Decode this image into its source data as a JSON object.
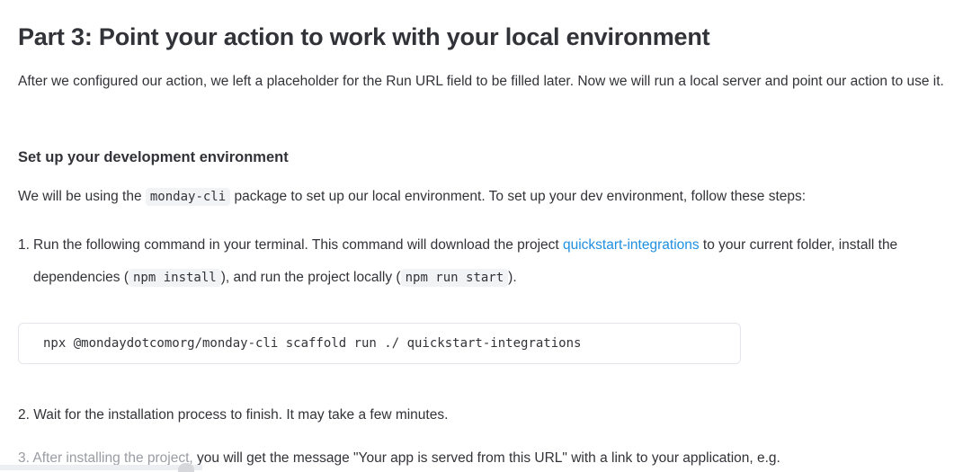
{
  "heading": "Part 3: Point your action to work with your local environment",
  "intro": "After we configured our action, we left a placeholder for the Run URL field to be filled later. Now we will run a local server and point our action to use it.",
  "subheading": "Set up your development environment",
  "steps_intro": {
    "before": "We will be using the ",
    "code": "monday-cli",
    "after": " package to set up our local environment. To set up your dev environment, follow these steps:"
  },
  "step1": {
    "number": "1.",
    "text_a": "Run the following command in your terminal. This command will download the project ",
    "link": "quickstart-integrations",
    "text_b": " to your current folder, install the dependencies (",
    "code_a": "npm install",
    "text_c": "), and run the project locally (",
    "code_b": "npm run start",
    "text_d": ")."
  },
  "command": "npx @mondaydotcomorg/monday-cli scaffold run ./ quickstart-integrations",
  "step2": "2. Wait for the installation process to finish. It may take a few minutes.",
  "step3": {
    "obscured": "3. After installing the project,",
    "text": " you will get the message \"Your app is served from this URL\" with a link to your application, e.g."
  },
  "colors": {
    "text": "#323338",
    "link": "#1f8fe0",
    "code_bg": "#f2f3f5"
  }
}
